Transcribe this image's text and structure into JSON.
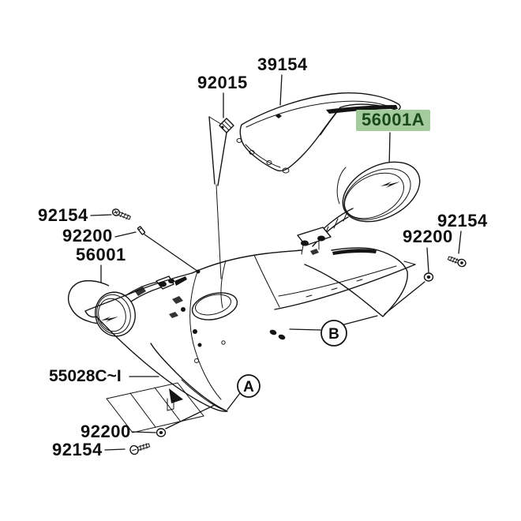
{
  "diagram": {
    "type": "exploded-parts-diagram",
    "subject": "motorcycle upper cowling, windshield and mirrors",
    "background_color": "#ffffff",
    "line_color": "#141414",
    "highlight": {
      "background": "#a4cb9b",
      "text_color": "#1a4a1a"
    },
    "labels": [
      {
        "id": "39154",
        "text": "39154",
        "points_to": "windshield",
        "highlighted": false
      },
      {
        "id": "92015",
        "text": "92015",
        "points_to": "nut",
        "highlighted": false
      },
      {
        "id": "56001a",
        "text": "56001A",
        "points_to": "right-mirror",
        "highlighted": true
      },
      {
        "id": "92154-left",
        "text": "92154",
        "points_to": "screw",
        "highlighted": false
      },
      {
        "id": "92200-left",
        "text": "92200",
        "points_to": "washer-pin",
        "highlighted": false
      },
      {
        "id": "56001",
        "text": "56001",
        "points_to": "left-mirror",
        "highlighted": false
      },
      {
        "id": "92154-right",
        "text": "92154",
        "points_to": "screw",
        "highlighted": false
      },
      {
        "id": "92200-right",
        "text": "92200",
        "points_to": "washer",
        "highlighted": false
      },
      {
        "id": "55028",
        "text": "55028C~I",
        "points_to": "upper-cowling",
        "highlighted": false
      },
      {
        "id": "92200-bottom",
        "text": "92200",
        "points_to": "washer",
        "highlighted": false
      },
      {
        "id": "92154-bottom",
        "text": "92154",
        "points_to": "screw",
        "highlighted": false
      }
    ],
    "callouts": {
      "a": "A",
      "b": "B"
    }
  }
}
